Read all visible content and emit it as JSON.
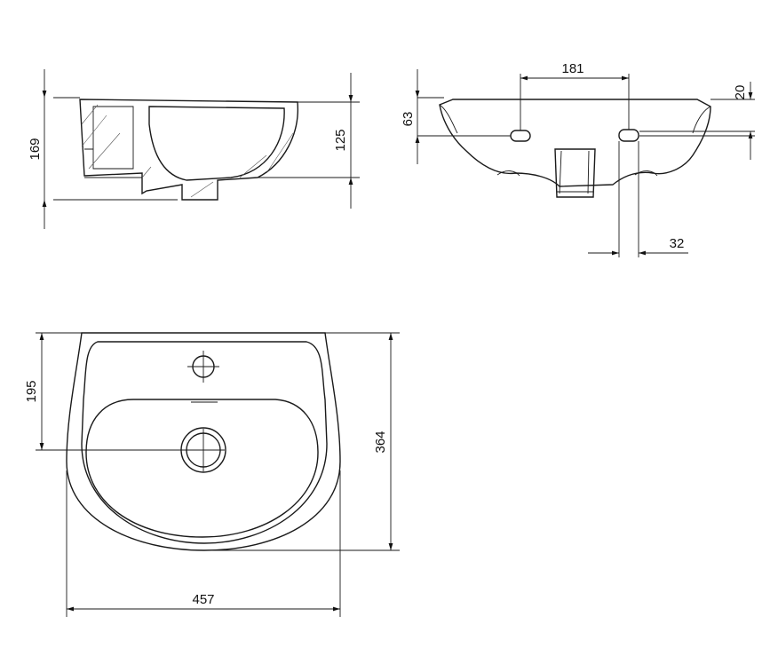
{
  "drawing": {
    "side_view": {
      "height_total": "169",
      "bowl_height": "125"
    },
    "front_view": {
      "tap_hole_spacing": "181",
      "hole_height": "63",
      "rim_offset": "20",
      "hole_width": "32"
    },
    "top_view": {
      "depth_to_drain": "195",
      "depth_total": "364",
      "width_total": "457"
    }
  }
}
